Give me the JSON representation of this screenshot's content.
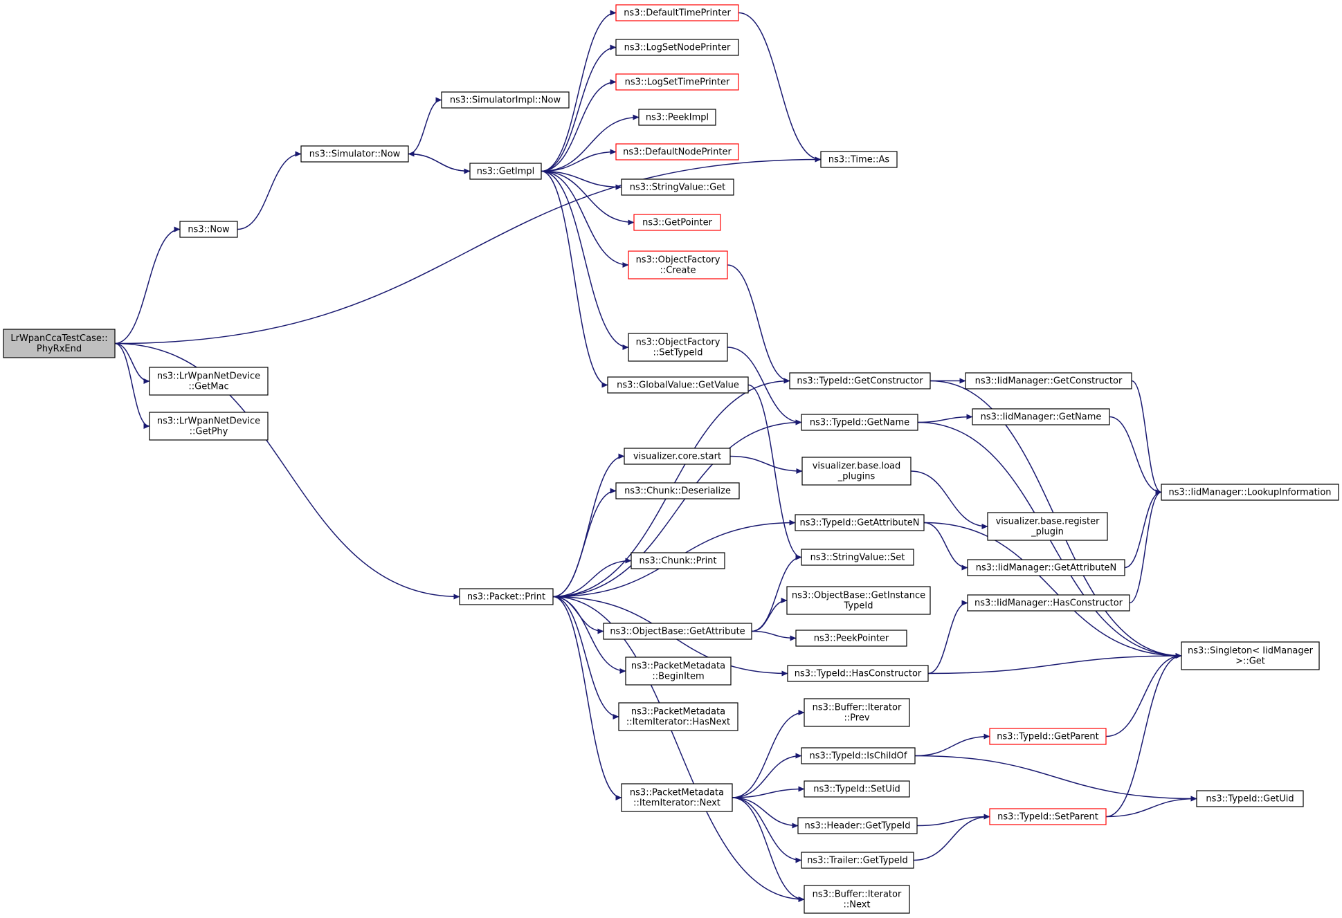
{
  "graph": {
    "nodes": [
      {
        "id": "root",
        "lines": [
          "LrWpanCcaTestCase::",
          "PhyRxEnd"
        ],
        "style": "root"
      },
      {
        "id": "now",
        "lines": [
          "ns3::Now"
        ],
        "style": "normal"
      },
      {
        "id": "simnow",
        "lines": [
          "ns3::Simulator::Now"
        ],
        "style": "normal"
      },
      {
        "id": "simimplnow",
        "lines": [
          "ns3::SimulatorImpl::Now"
        ],
        "style": "normal"
      },
      {
        "id": "getimpl",
        "lines": [
          "ns3::GetImpl"
        ],
        "style": "normal"
      },
      {
        "id": "dtp",
        "lines": [
          "ns3::DefaultTimePrinter"
        ],
        "style": "red"
      },
      {
        "id": "lsnp",
        "lines": [
          "ns3::LogSetNodePrinter"
        ],
        "style": "normal"
      },
      {
        "id": "lstp",
        "lines": [
          "ns3::LogSetTimePrinter"
        ],
        "style": "red"
      },
      {
        "id": "peekimpl",
        "lines": [
          "ns3::PeekImpl"
        ],
        "style": "normal"
      },
      {
        "id": "dnp",
        "lines": [
          "ns3::DefaultNodePrinter"
        ],
        "style": "red"
      },
      {
        "id": "svget",
        "lines": [
          "ns3::StringValue::Get"
        ],
        "style": "normal"
      },
      {
        "id": "getpointer",
        "lines": [
          "ns3::GetPointer"
        ],
        "style": "red"
      },
      {
        "id": "ofcreate",
        "lines": [
          "ns3::ObjectFactory",
          "::Create"
        ],
        "style": "red"
      },
      {
        "id": "ofsettype",
        "lines": [
          "ns3::ObjectFactory",
          "::SetTypeId"
        ],
        "style": "normal"
      },
      {
        "id": "gvgetvalue",
        "lines": [
          "ns3::GlobalValue::GetValue"
        ],
        "style": "normal"
      },
      {
        "id": "timeas",
        "lines": [
          "ns3::Time::As"
        ],
        "style": "normal"
      },
      {
        "id": "getmac",
        "lines": [
          "ns3::LrWpanNetDevice",
          "::GetMac"
        ],
        "style": "normal"
      },
      {
        "id": "getphy",
        "lines": [
          "ns3::LrWpanNetDevice",
          "::GetPhy"
        ],
        "style": "normal"
      },
      {
        "id": "pktprint",
        "lines": [
          "ns3::Packet::Print"
        ],
        "style": "normal"
      },
      {
        "id": "tidgetctor",
        "lines": [
          "ns3::TypeId::GetConstructor"
        ],
        "style": "normal"
      },
      {
        "id": "iidgetctor",
        "lines": [
          "ns3::IidManager::GetConstructor"
        ],
        "style": "normal"
      },
      {
        "id": "tidgetname",
        "lines": [
          "ns3::TypeId::GetName"
        ],
        "style": "normal"
      },
      {
        "id": "iidgetname",
        "lines": [
          "ns3::IidManager::GetName"
        ],
        "style": "normal"
      },
      {
        "id": "lookup",
        "lines": [
          "ns3::IidManager::LookupInformation"
        ],
        "style": "normal"
      },
      {
        "id": "viscore",
        "lines": [
          "visualizer.core.start"
        ],
        "style": "normal"
      },
      {
        "id": "visload",
        "lines": [
          "visualizer.base.load",
          "_plugins"
        ],
        "style": "normal"
      },
      {
        "id": "visreg",
        "lines": [
          "visualizer.base.register",
          "_plugin"
        ],
        "style": "normal"
      },
      {
        "id": "chunkdeser",
        "lines": [
          "ns3::Chunk::Deserialize"
        ],
        "style": "normal"
      },
      {
        "id": "chunkprint",
        "lines": [
          "ns3::Chunk::Print"
        ],
        "style": "normal"
      },
      {
        "id": "tidgetattrn",
        "lines": [
          "ns3::TypeId::GetAttributeN"
        ],
        "style": "normal"
      },
      {
        "id": "svset",
        "lines": [
          "ns3::StringValue::Set"
        ],
        "style": "normal"
      },
      {
        "id": "iidgetattrn",
        "lines": [
          "ns3::IidManager::GetAttributeN"
        ],
        "style": "normal"
      },
      {
        "id": "obgetinst",
        "lines": [
          "ns3::ObjectBase::GetInstance",
          "TypeId"
        ],
        "style": "normal"
      },
      {
        "id": "iidhasctor",
        "lines": [
          "ns3::IidManager::HasConstructor"
        ],
        "style": "normal"
      },
      {
        "id": "obgetattr",
        "lines": [
          "ns3::ObjectBase::GetAttribute"
        ],
        "style": "normal"
      },
      {
        "id": "peekpointer",
        "lines": [
          "ns3::PeekPointer"
        ],
        "style": "normal"
      },
      {
        "id": "singleton",
        "lines": [
          "ns3::Singleton< IidManager",
          " >::Get"
        ],
        "style": "normal"
      },
      {
        "id": "pmbegin",
        "lines": [
          "ns3::PacketMetadata",
          "::BeginItem"
        ],
        "style": "normal"
      },
      {
        "id": "tidhasctor",
        "lines": [
          "ns3::TypeId::HasConstructor"
        ],
        "style": "normal"
      },
      {
        "id": "pmhasnext",
        "lines": [
          "ns3::PacketMetadata",
          "::ItemIterator::HasNext"
        ],
        "style": "normal"
      },
      {
        "id": "bufprev",
        "lines": [
          "ns3::Buffer::Iterator",
          "::Prev"
        ],
        "style": "normal"
      },
      {
        "id": "tidischild",
        "lines": [
          "ns3::TypeId::IsChildOf"
        ],
        "style": "normal"
      },
      {
        "id": "tidgetparent",
        "lines": [
          "ns3::TypeId::GetParent"
        ],
        "style": "red"
      },
      {
        "id": "pmnext",
        "lines": [
          "ns3::PacketMetadata",
          "::ItemIterator::Next"
        ],
        "style": "normal"
      },
      {
        "id": "tidsetuid",
        "lines": [
          "ns3::TypeId::SetUid"
        ],
        "style": "normal"
      },
      {
        "id": "tidgetuid",
        "lines": [
          "ns3::TypeId::GetUid"
        ],
        "style": "normal"
      },
      {
        "id": "hdrgettid",
        "lines": [
          "ns3::Header::GetTypeId"
        ],
        "style": "normal"
      },
      {
        "id": "tidsetparent",
        "lines": [
          "ns3::TypeId::SetParent"
        ],
        "style": "red"
      },
      {
        "id": "trlgettid",
        "lines": [
          "ns3::Trailer::GetTypeId"
        ],
        "style": "normal"
      },
      {
        "id": "bufnext",
        "lines": [
          "ns3::Buffer::Iterator",
          "::Next"
        ],
        "style": "normal"
      }
    ],
    "edges": [
      [
        "root",
        "now"
      ],
      [
        "root",
        "timeas"
      ],
      [
        "root",
        "pktprint"
      ],
      [
        "root",
        "getmac"
      ],
      [
        "root",
        "getphy"
      ],
      [
        "now",
        "simnow"
      ],
      [
        "simnow",
        "simimplnow"
      ],
      [
        "simnow",
        "getimpl"
      ],
      [
        "getimpl",
        "simnow"
      ],
      [
        "getimpl",
        "dtp"
      ],
      [
        "getimpl",
        "lsnp"
      ],
      [
        "getimpl",
        "lstp"
      ],
      [
        "getimpl",
        "peekimpl"
      ],
      [
        "getimpl",
        "dnp"
      ],
      [
        "getimpl",
        "svget"
      ],
      [
        "getimpl",
        "getpointer"
      ],
      [
        "getimpl",
        "ofcreate"
      ],
      [
        "getimpl",
        "ofsettype"
      ],
      [
        "getimpl",
        "gvgetvalue"
      ],
      [
        "dtp",
        "timeas"
      ],
      [
        "ofcreate",
        "tidgetctor"
      ],
      [
        "ofsettype",
        "tidgetname"
      ],
      [
        "gvgetvalue",
        "svset"
      ],
      [
        "tidgetctor",
        "iidgetctor"
      ],
      [
        "tidgetctor",
        "singleton"
      ],
      [
        "iidgetctor",
        "lookup"
      ],
      [
        "tidgetname",
        "iidgetname"
      ],
      [
        "tidgetname",
        "singleton"
      ],
      [
        "iidgetname",
        "lookup"
      ],
      [
        "pktprint",
        "tidgetctor"
      ],
      [
        "pktprint",
        "tidgetname"
      ],
      [
        "pktprint",
        "viscore"
      ],
      [
        "pktprint",
        "chunkdeser"
      ],
      [
        "pktprint",
        "chunkprint"
      ],
      [
        "pktprint",
        "tidgetattrn"
      ],
      [
        "pktprint",
        "obgetattr"
      ],
      [
        "pktprint",
        "pmbegin"
      ],
      [
        "pktprint",
        "pmhasnext"
      ],
      [
        "pktprint",
        "tidhasctor"
      ],
      [
        "pktprint",
        "pmnext"
      ],
      [
        "pktprint",
        "bufnext"
      ],
      [
        "viscore",
        "visload"
      ],
      [
        "visload",
        "visreg"
      ],
      [
        "tidgetattrn",
        "iidgetattrn"
      ],
      [
        "tidgetattrn",
        "singleton"
      ],
      [
        "iidgetattrn",
        "lookup"
      ],
      [
        "obgetattr",
        "svset"
      ],
      [
        "obgetattr",
        "obgetinst"
      ],
      [
        "obgetattr",
        "peekpointer"
      ],
      [
        "tidhasctor",
        "iidhasctor"
      ],
      [
        "tidhasctor",
        "singleton"
      ],
      [
        "iidhasctor",
        "lookup"
      ],
      [
        "pmnext",
        "bufprev"
      ],
      [
        "pmnext",
        "tidischild"
      ],
      [
        "pmnext",
        "tidsetuid"
      ],
      [
        "pmnext",
        "hdrgettid"
      ],
      [
        "pmnext",
        "trlgettid"
      ],
      [
        "pmnext",
        "bufnext"
      ],
      [
        "tidischild",
        "tidgetparent"
      ],
      [
        "tidischild",
        "tidgetuid"
      ],
      [
        "tidgetparent",
        "singleton"
      ],
      [
        "hdrgettid",
        "tidsetparent"
      ],
      [
        "trlgettid",
        "tidsetparent"
      ],
      [
        "tidsetparent",
        "singleton"
      ],
      [
        "tidsetparent",
        "tidgetuid"
      ]
    ]
  }
}
